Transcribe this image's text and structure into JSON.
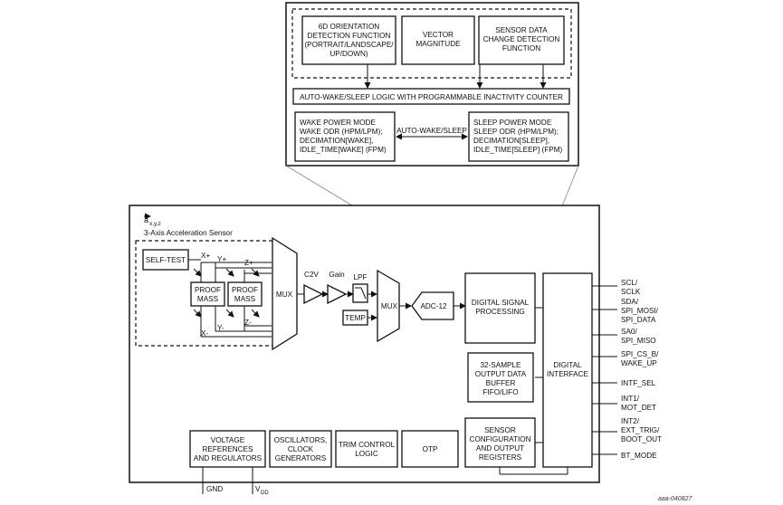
{
  "top": {
    "orientation": [
      "6D ORIENTATION",
      "DETECTION FUNCTION",
      "(PORTRAIT/LANDSCAPE/",
      "UP/DOWN)"
    ],
    "vector": [
      "VECTOR",
      "MAGNITUDE"
    ],
    "sdcd": [
      "SENSOR DATA",
      "CHANGE DETECTION",
      "FUNCTION"
    ],
    "autowake_logic": "AUTO-WAKE/SLEEP LOGIC WITH PROGRAMMABLE INACTIVITY COUNTER",
    "wake": [
      "WAKE POWER MODE",
      "WAKE ODR (HPM/LPM);",
      "DECIMATION[WAKE],",
      "IDLE_TIME[WAKE] (FPM)"
    ],
    "arrow_label": "AUTO-WAKE/SLEEP",
    "sleep": [
      "SLEEP POWER MODE",
      "SLEEP ODR (HPM/LPM);",
      "DECIMATION[SLEEP],",
      "IDLE_TIME[SLEEP] (FPM)"
    ]
  },
  "sensor": {
    "axes_label": "a",
    "axes_sub": "x,y,z",
    "title": "3-Axis Acceleration Sensor",
    "selftest": "SELF-TEST",
    "proof": [
      "PROOF",
      "MASS"
    ],
    "xp": "X+",
    "yp": "Y+",
    "zp": "Z+",
    "xm": "X-",
    "ym": "Y-",
    "zm": "Z-"
  },
  "chain": {
    "mux": "MUX",
    "c2v": "C2V",
    "gain": "Gain",
    "lpf": "LPF",
    "temp": "TEMP",
    "adc": "ADC-12"
  },
  "blocks": {
    "dsp": [
      "DIGITAL SIGNAL",
      "PROCESSING"
    ],
    "fifo": [
      "32-SAMPLE",
      "OUTPUT DATA",
      "BUFFER",
      "FIFO/LIFO"
    ],
    "config": [
      "SENSOR",
      "CONFIGURATION",
      "AND OUTPUT",
      "REGISTERS"
    ],
    "di": [
      "DIGITAL",
      "INTERFACE"
    ],
    "volt": [
      "VOLTAGE",
      "REFERENCES",
      "AND REGULATORS"
    ],
    "osc": [
      "OSCILLATORS,",
      "CLOCK",
      "GENERATORS"
    ],
    "trim": [
      "TRIM CONTROL",
      "LOGIC"
    ],
    "otp": "OTP"
  },
  "pins": [
    [
      "SCL/",
      "SCLK"
    ],
    [
      "SDA/",
      "SPI_MOSI/",
      "SPI_DATA"
    ],
    [
      "SA0/",
      "SPI_MISO"
    ],
    [
      "SPI_CS_B/",
      "WAKE_UP"
    ],
    [
      "INTF_SEL"
    ],
    [
      "INT1/",
      "MOT_DET"
    ],
    [
      "INT2/",
      "EXT_TRIG/",
      "BOOT_OUT"
    ],
    [
      "BT_MODE"
    ]
  ],
  "supply": {
    "gnd": "GND",
    "vdd": "V",
    "vdd_sub": "DD"
  },
  "figure_id": "aaa-040827"
}
